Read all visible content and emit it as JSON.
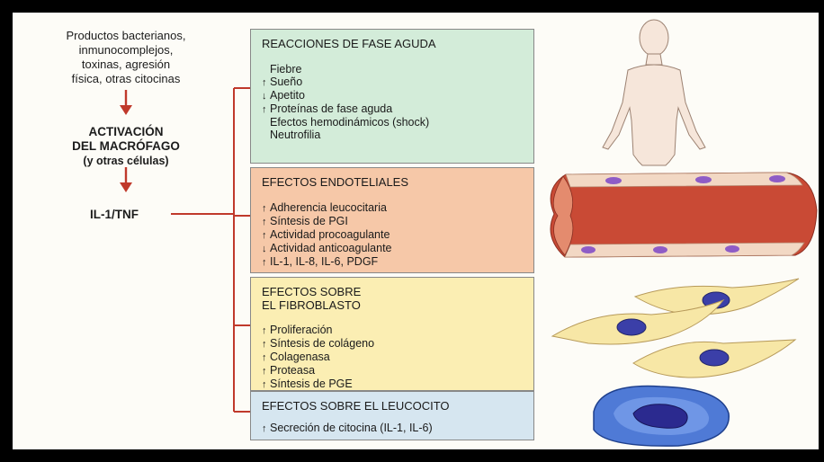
{
  "left": {
    "sources": [
      "Productos bacterianos,",
      "inmunocomplejos,",
      "toxinas, agresión",
      "física, otras citocinas"
    ],
    "activation": [
      "ACTIVACIÓN",
      "DEL MACRÓFAGO"
    ],
    "activation_note": "(y otras células)",
    "mediator": "IL-1/TNF"
  },
  "boxes": [
    {
      "title": [
        "REACCIONES DE FASE AGUDA"
      ],
      "items": [
        {
          "arrow": "",
          "text": "Fiebre"
        },
        {
          "arrow": "↑",
          "text": "Sueño"
        },
        {
          "arrow": "↓",
          "text": "Apetito"
        },
        {
          "arrow": "↑",
          "text": "Proteínas de fase aguda"
        },
        {
          "arrow": "",
          "text": "Efectos hemodinámicos (shock)"
        },
        {
          "arrow": "",
          "text": "Neutrofilia"
        }
      ]
    },
    {
      "title": [
        "EFECTOS ENDOTELIALES"
      ],
      "items": [
        {
          "arrow": "↑",
          "text": "Adherencia leucocitaria"
        },
        {
          "arrow": "↑",
          "text": "Síntesis de PGI"
        },
        {
          "arrow": "↑",
          "text": "Actividad procoagulante"
        },
        {
          "arrow": "↓",
          "text": "Actividad anticoagulante"
        },
        {
          "arrow": "↑",
          "text": "IL-1, IL-8, IL-6, PDGF"
        }
      ]
    },
    {
      "title": [
        "EFECTOS SOBRE",
        "EL FIBROBLASTO"
      ],
      "items": [
        {
          "arrow": "↑",
          "text": "Proliferación"
        },
        {
          "arrow": "↑",
          "text": "Síntesis de colágeno"
        },
        {
          "arrow": "↑",
          "text": "Colagenasa"
        },
        {
          "arrow": "↑",
          "text": "Proteasa"
        },
        {
          "arrow": "↑",
          "text": "Síntesis de PGE"
        }
      ]
    },
    {
      "title": [
        "EFECTOS SOBRE EL LEUCOCITO"
      ],
      "items": [
        {
          "arrow": "↑",
          "text": "Secreción de citocina (IL-1, IL-6)"
        }
      ]
    }
  ],
  "colors": {
    "connector": "#c0392b",
    "box1": "#d3ecd9",
    "box2": "#f6c8a8",
    "box3": "#fbeeb3",
    "box4": "#d6e6f0",
    "vessel": "#c94a35",
    "nucleus": "#3b3fa8"
  },
  "illustrations": [
    "human-body-icon",
    "blood-vessel-illustration",
    "fibroblast-cells-illustration",
    "leukocyte-cell-illustration"
  ]
}
